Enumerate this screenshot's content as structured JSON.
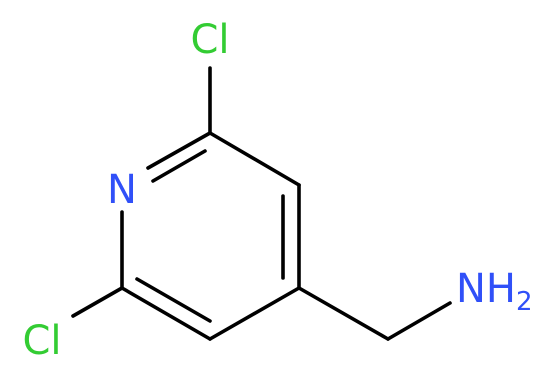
{
  "molecule": {
    "atoms": {
      "cl_top": {
        "symbol": "Cl",
        "color": "#33cc33"
      },
      "cl_bottom": {
        "symbol": "Cl",
        "color": "#33cc33"
      },
      "n_ring": {
        "symbol": "N",
        "color": "#3050f8"
      },
      "amine": {
        "symbol": "NH",
        "subscript": "2",
        "color": "#3050f8"
      }
    },
    "bond_color": "#000000"
  }
}
